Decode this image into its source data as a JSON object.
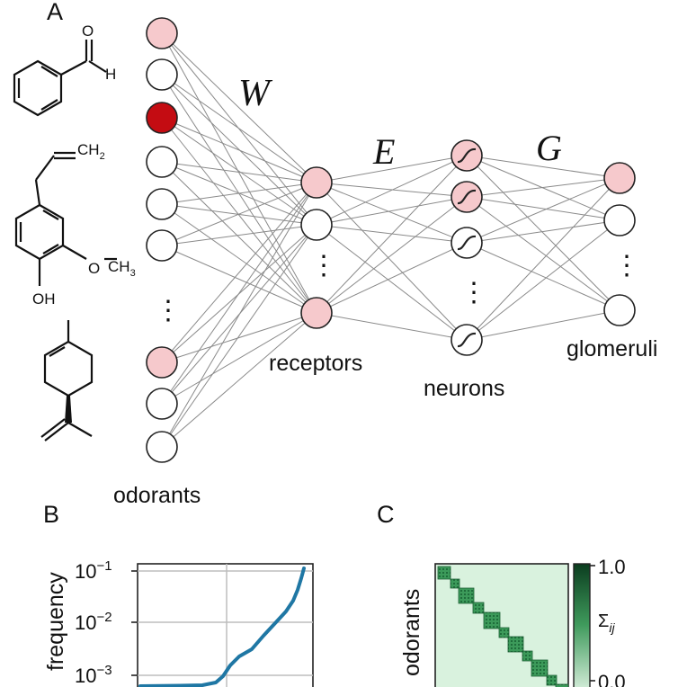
{
  "panels": {
    "a": "A",
    "b": "B",
    "c": "C"
  },
  "network": {
    "weights": {
      "w": "W",
      "e": "E",
      "g": "G"
    },
    "layers": {
      "odorants": "odorants",
      "receptors": "receptors",
      "neurons": "neurons",
      "glomeruli": "glomeruli"
    },
    "ellipsis": "⋮"
  },
  "molecules": {
    "aldehyde_o": "O",
    "aldehyde_h": "H",
    "allyl_ch2": "CH",
    "sub2": "2",
    "methoxy": "O",
    "methoxy_ch3": "CH",
    "sub3": "3",
    "hydroxyl": "OH"
  },
  "panel_b": {
    "ylabel": "frequency",
    "yticks": [
      {
        "base": "10",
        "exp": "−1"
      },
      {
        "base": "10",
        "exp": "−2"
      },
      {
        "base": "10",
        "exp": "−3"
      }
    ]
  },
  "panel_c": {
    "ylabel": "odorants",
    "colorbar_label": "Σ",
    "colorbar_sub": "ij",
    "colorbar_max": "1.0",
    "colorbar_min": "0.0"
  },
  "colors": {
    "node_white": "#ffffff",
    "node_pink": "#f6c9cc",
    "node_red": "#c40c12",
    "curve": "#1f77a4",
    "grid": "#bdbdbd",
    "heat_bg": "#d9f2de",
    "heat_block": "#2f8a4d"
  }
}
